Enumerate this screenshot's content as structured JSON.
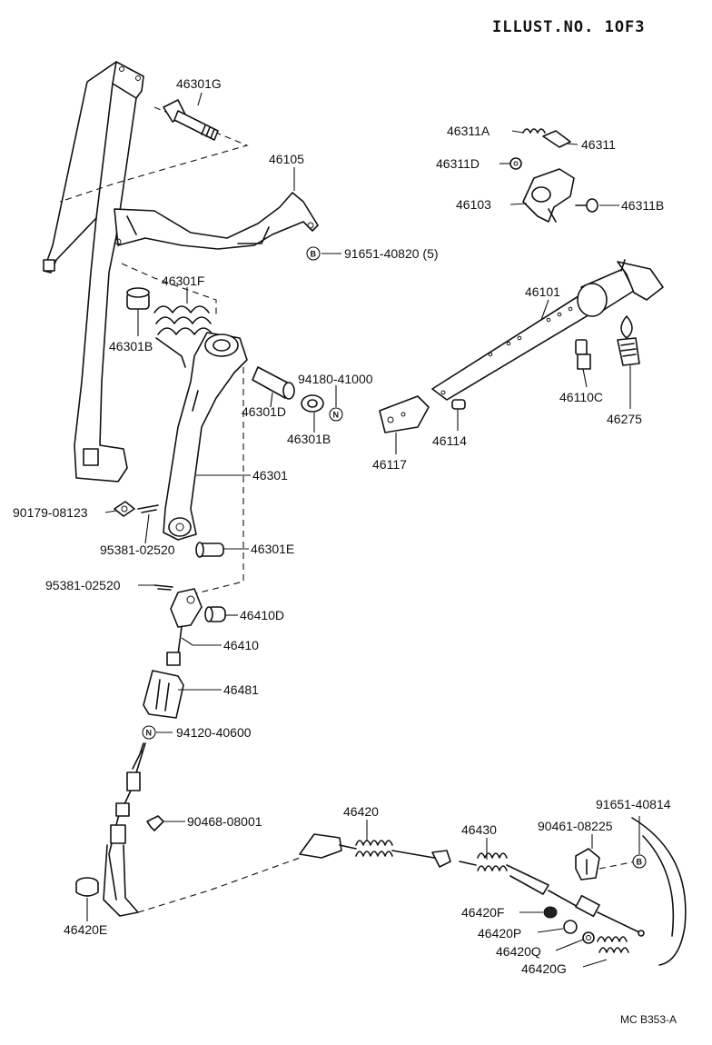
{
  "header": {
    "illustration_no": "ILLUST.NO. 1OF3"
  },
  "footer": {
    "code": "MC B353-A"
  },
  "parts": [
    {
      "id": "46301G",
      "label": "46301G"
    },
    {
      "id": "46105",
      "label": "46105"
    },
    {
      "id": "91651-40820",
      "label": "91651-40820 (5)",
      "badge": "B"
    },
    {
      "id": "46301F",
      "label": "46301F"
    },
    {
      "id": "46301B-a",
      "label": "46301B"
    },
    {
      "id": "94180-41000",
      "label": "94180-41000",
      "badge": "N"
    },
    {
      "id": "46301D",
      "label": "46301D"
    },
    {
      "id": "46301B-b",
      "label": "46301B"
    },
    {
      "id": "46301",
      "label": "46301"
    },
    {
      "id": "90179-08123",
      "label": "90179-08123"
    },
    {
      "id": "95381-02520-a",
      "label": "95381-02520"
    },
    {
      "id": "46301E",
      "label": "46301E"
    },
    {
      "id": "95381-02520-b",
      "label": "95381-02520"
    },
    {
      "id": "46410D",
      "label": "46410D"
    },
    {
      "id": "46410",
      "label": "46410"
    },
    {
      "id": "46481",
      "label": "46481"
    },
    {
      "id": "94120-40600",
      "label": "94120-40600",
      "badge": "N"
    },
    {
      "id": "90468-08001",
      "label": "90468-08001"
    },
    {
      "id": "46420E",
      "label": "46420E"
    },
    {
      "id": "46420",
      "label": "46420"
    },
    {
      "id": "46430",
      "label": "46430"
    },
    {
      "id": "91651-40814",
      "label": "91651-40814",
      "badge": "B"
    },
    {
      "id": "90461-08225",
      "label": "90461-08225"
    },
    {
      "id": "46420F",
      "label": "46420F"
    },
    {
      "id": "46420P",
      "label": "46420P"
    },
    {
      "id": "46420Q",
      "label": "46420Q"
    },
    {
      "id": "46420G",
      "label": "46420G"
    },
    {
      "id": "46311A",
      "label": "46311A"
    },
    {
      "id": "46311",
      "label": "46311"
    },
    {
      "id": "46311D",
      "label": "46311D"
    },
    {
      "id": "46103",
      "label": "46103"
    },
    {
      "id": "46311B",
      "label": "46311B"
    },
    {
      "id": "46101",
      "label": "46101"
    },
    {
      "id": "94180-41000-n",
      "label": ""
    },
    {
      "id": "46110C",
      "label": "46110C"
    },
    {
      "id": "46275",
      "label": "46275"
    },
    {
      "id": "46114",
      "label": "46114"
    },
    {
      "id": "46117",
      "label": "46117"
    }
  ]
}
